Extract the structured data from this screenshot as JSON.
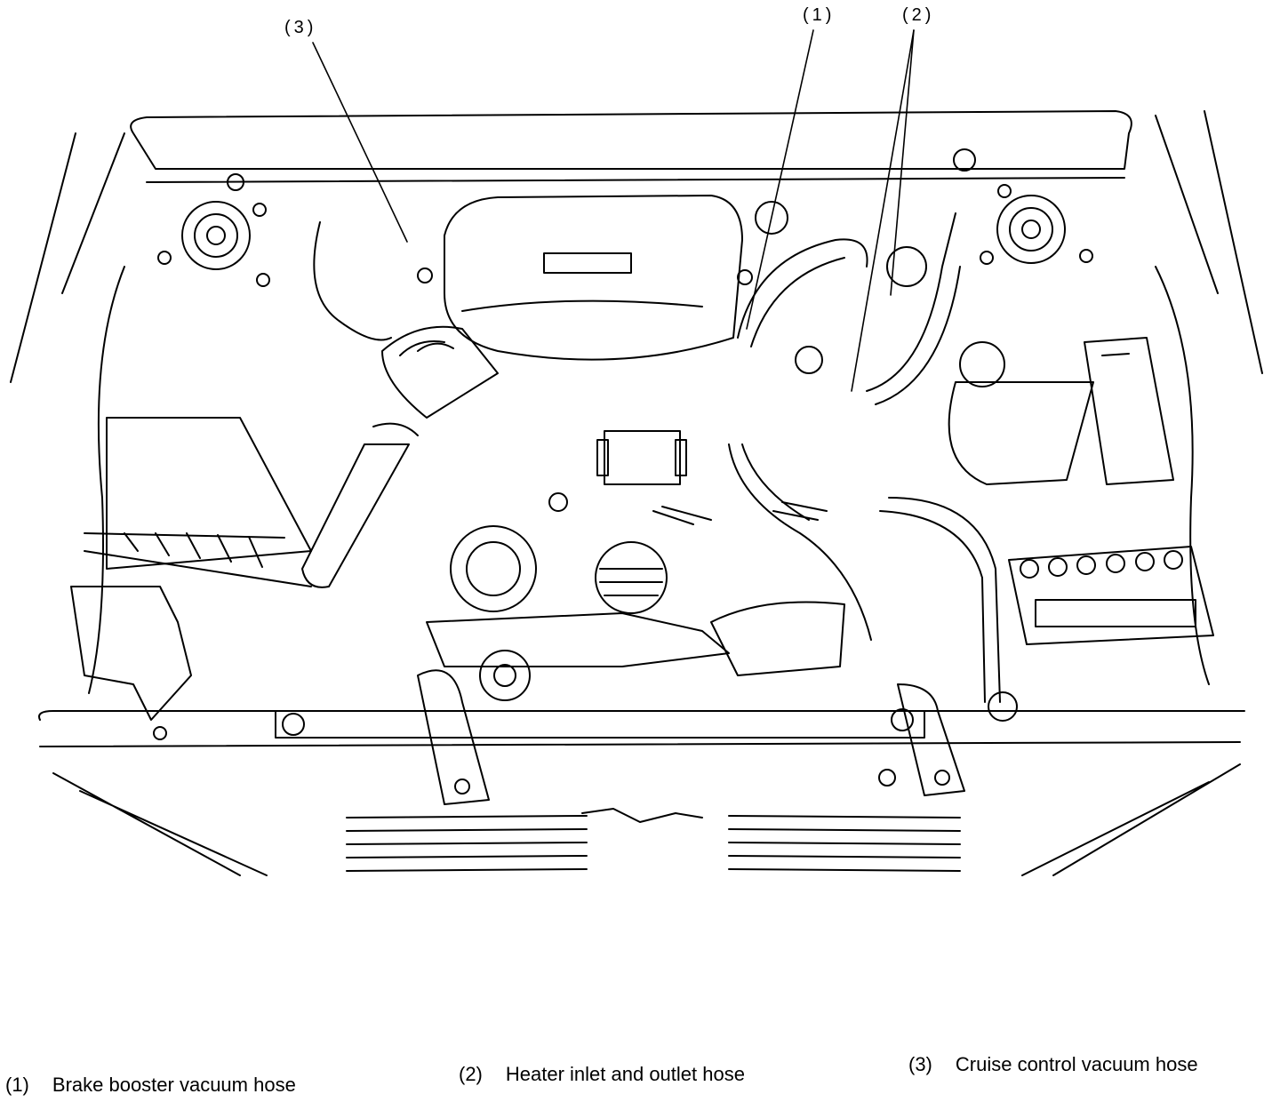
{
  "callouts": {
    "c1": "(1)",
    "c2": "(2)",
    "c3": "(3)"
  },
  "legend": [
    {
      "number": "(1)",
      "label": "Brake booster vacuum hose"
    },
    {
      "number": "(2)",
      "label": "Heater inlet and outlet hose"
    },
    {
      "number": "(3)",
      "label": "Cruise control vacuum hose"
    }
  ]
}
